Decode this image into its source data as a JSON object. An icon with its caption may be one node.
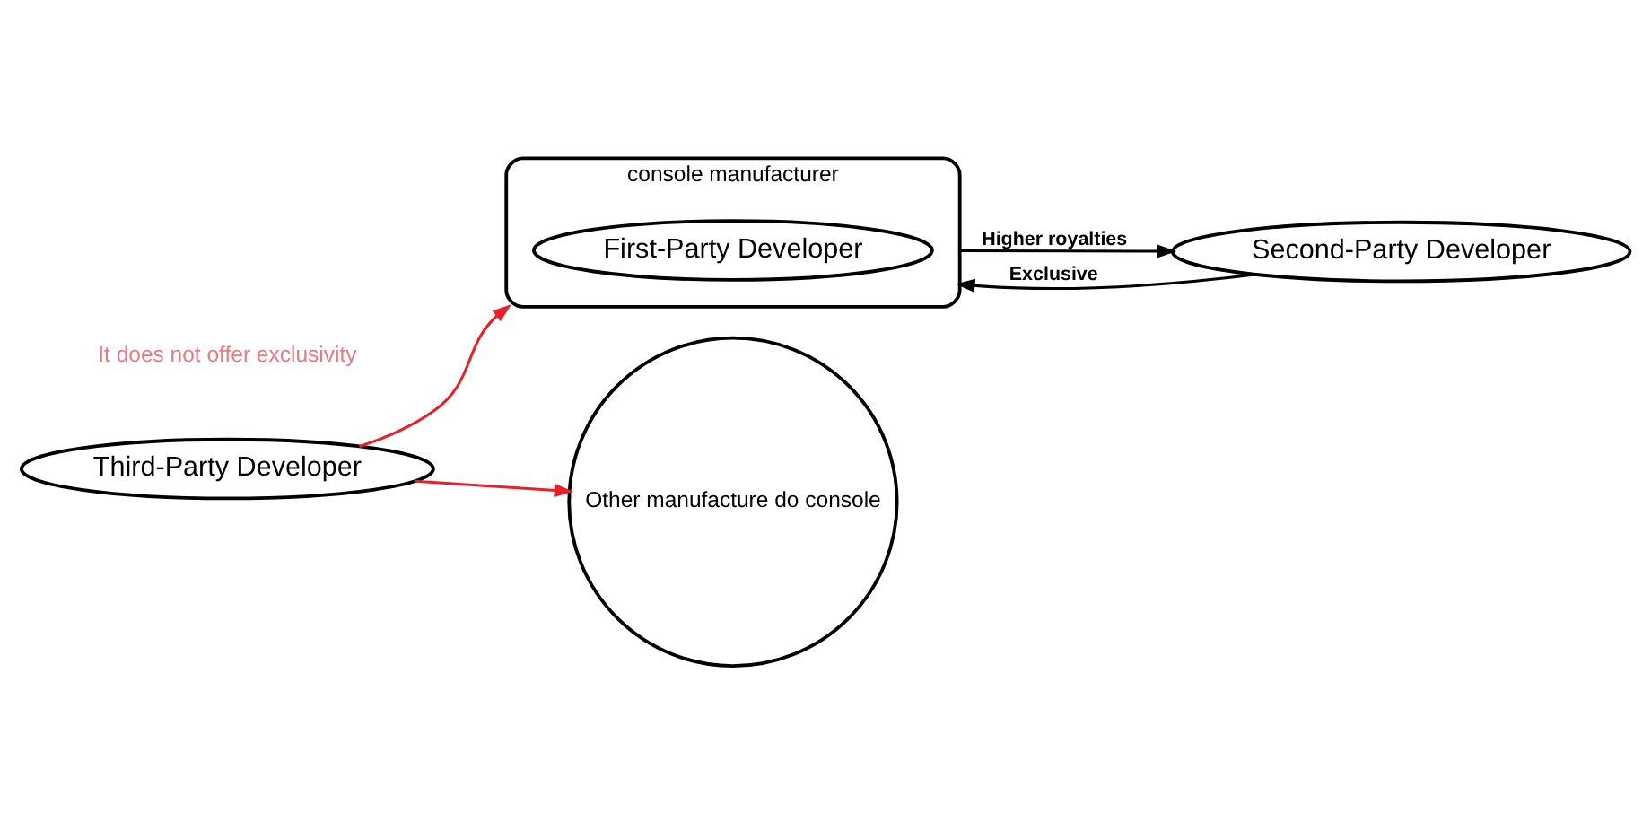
{
  "diagram": {
    "nodes": [
      {
        "text": [
          "console manufacturer"
        ]
      },
      {
        "text": [
          "First-Party Developer"
        ],
        "in": 0
      },
      {
        "text": [
          "Second-Party Developer"
        ]
      },
      {
        "text": [
          "Other manufacture do console"
        ]
      },
      {
        "text": [
          "Third-Party Developer"
        ]
      }
    ],
    "edges": [
      {
        "from": 0,
        "to": 2,
        "arrow": "to",
        "label": "Higher royalties"
      },
      {
        "from": 2,
        "to": 0,
        "arrow": "to",
        "label": "Exclusive"
      },
      {
        "from": 4,
        "to": 0,
        "arrow": "to",
        "color": "#e8202a"
      },
      {
        "from": 4,
        "to": 3,
        "arrow": "to",
        "color": "#e8202a"
      }
    ],
    "labels": [
      "It does not offer exclusivity"
    ]
  }
}
